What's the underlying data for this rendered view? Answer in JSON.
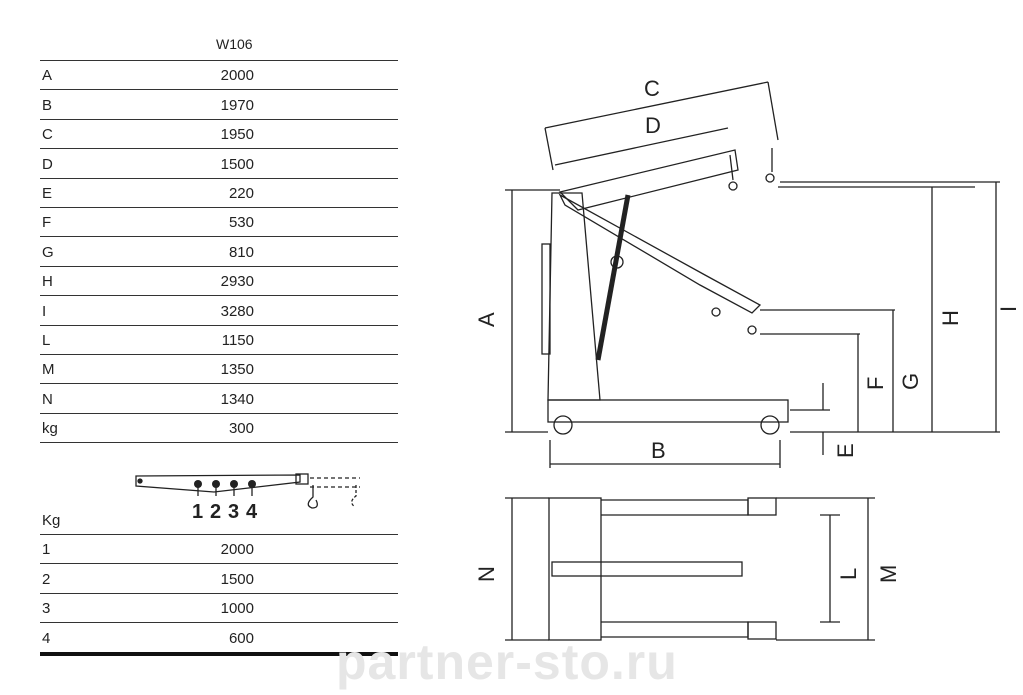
{
  "spec_table": {
    "model": "W106",
    "rows": [
      {
        "key": "A",
        "value": "2000"
      },
      {
        "key": "B",
        "value": "1970"
      },
      {
        "key": "C",
        "value": "1950"
      },
      {
        "key": "D",
        "value": "1500"
      },
      {
        "key": "E",
        "value": "220"
      },
      {
        "key": "F",
        "value": "530"
      },
      {
        "key": "G",
        "value": "810"
      },
      {
        "key": "H",
        "value": "2930"
      },
      {
        "key": "I",
        "value": "3280"
      },
      {
        "key": "L",
        "value": "1150"
      },
      {
        "key": "M",
        "value": "1350"
      },
      {
        "key": "N",
        "value": "1340"
      },
      {
        "key": "kg",
        "value": "300"
      }
    ]
  },
  "load_table": {
    "header": "Kg",
    "positions": [
      "1",
      "2",
      "3",
      "4"
    ],
    "rows": [
      {
        "key": "1",
        "value": "2000"
      },
      {
        "key": "2",
        "value": "1500"
      },
      {
        "key": "3",
        "value": "1000"
      },
      {
        "key": "4",
        "value": "600"
      }
    ]
  },
  "diagram_labels": {
    "A": "A",
    "B": "B",
    "C": "C",
    "D": "D",
    "E": "E",
    "F": "F",
    "G": "G",
    "H": "H",
    "I": "I",
    "L": "L",
    "M": "M",
    "N": "N"
  },
  "watermark": "partner-sto.ru"
}
